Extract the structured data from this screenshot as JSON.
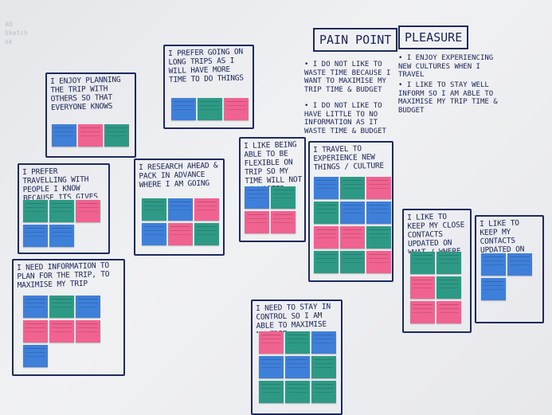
{
  "colors": {
    "blue": "#3d7fd9",
    "teal": "#2e9a86",
    "pink": "#f0628f",
    "ink": "#1a2458"
  },
  "faint_marks": [
    "AO",
    "Sketch",
    "ok"
  ],
  "headers": {
    "pain_point": "PAIN POINT",
    "pleasure": "PLEASURE"
  },
  "pain_points": [
    "• I DO NOT LIKE TO WASTE TIME BECAUSE I WANT TO MAXIMISE MY TRIP TIME & BUDGET",
    "• I DO NOT LIKE TO HAVE LITTLE TO NO INFORMATION AS IT WASTE TIME & BUDGET"
  ],
  "pleasures": [
    "• I ENJOY EXPERIENCING NEW CULTURES WHEN I TRAVEL",
    "• I LIKE TO STAY WELL INFORM SO I AM ABLE TO MAXIMISE MY TRIP TIME & BUDGET"
  ],
  "clusters": [
    {
      "label": "I ENJOY PLANNING THE TRIP WITH OTHERS SO THAT EVERYONE KNOWS WHAT IS HAPPENING DURING THE TRIP AND THERE IS NO CONFUSION",
      "notes": [
        [
          "blue",
          "pink",
          "teal"
        ]
      ]
    },
    {
      "label": "I PREFER GOING ON LONG TRIPS AS I WILL HAVE MORE TIME TO DO THINGS",
      "notes": [
        [
          "blue",
          "teal",
          "pink"
        ]
      ]
    },
    {
      "label": "I PREFER TRAVELLING WITH PEOPLE I KNOW BECAUSE ITS GIVES A SENSE OF SECURITY",
      "notes": [
        [
          "teal",
          "teal",
          "pink"
        ],
        [
          "blue",
          "blue"
        ]
      ]
    },
    {
      "label": "I RESEARCH AHEAD & PACK IN ADVANCE WHERE I AM GOING",
      "notes": [
        [
          "teal",
          "blue",
          "pink"
        ],
        [
          "blue",
          "pink",
          "teal"
        ]
      ]
    },
    {
      "label": "I LIKE BEING ABLE TO BE FLEXIBLE ON TRIP SO MY TIME WILL NOT BE WASTED",
      "notes": [
        [
          "blue",
          "teal"
        ],
        [
          "pink",
          "pink"
        ]
      ]
    },
    {
      "label": "I TRAVEL TO EXPERIENCE NEW THINGS / CULTURE",
      "notes": [
        [
          "blue",
          "teal",
          "pink"
        ],
        [
          "teal",
          "blue",
          "blue"
        ],
        [
          "pink",
          "pink",
          "teal"
        ],
        [
          "teal",
          "teal",
          "pink"
        ]
      ]
    },
    {
      "label": "I NEED INFORMATION TO PLAN FOR THE TRIP, TO MAXIMISE MY TRIP",
      "notes": [
        [
          "blue",
          "teal",
          "blue"
        ],
        [
          "pink",
          "pink",
          "pink"
        ],
        [
          "blue"
        ]
      ]
    },
    {
      "label": "I NEED TO STAY IN CONTROL SO I AM ABLE TO MAXIMISE MY TRIP",
      "notes": [
        [
          "pink",
          "teal",
          "blue"
        ],
        [
          "blue",
          "blue",
          "teal"
        ],
        [
          "teal",
          "teal",
          "teal"
        ]
      ]
    },
    {
      "label": "I LIKE TO KEEP MY CLOSE CONTACTS UPDATED ON WHAT / WHERE I AM NOW",
      "notes": [
        [
          "teal",
          "teal"
        ],
        [
          "pink",
          "teal"
        ],
        [
          "pink",
          "pink"
        ]
      ]
    },
    {
      "label": "I LIKE TO KEEP MY CONTACTS UPDATED ON WHAT / WHERE I AM RIGHT NOW",
      "notes": [
        [
          "blue",
          "blue"
        ],
        [
          "blue"
        ]
      ]
    }
  ]
}
